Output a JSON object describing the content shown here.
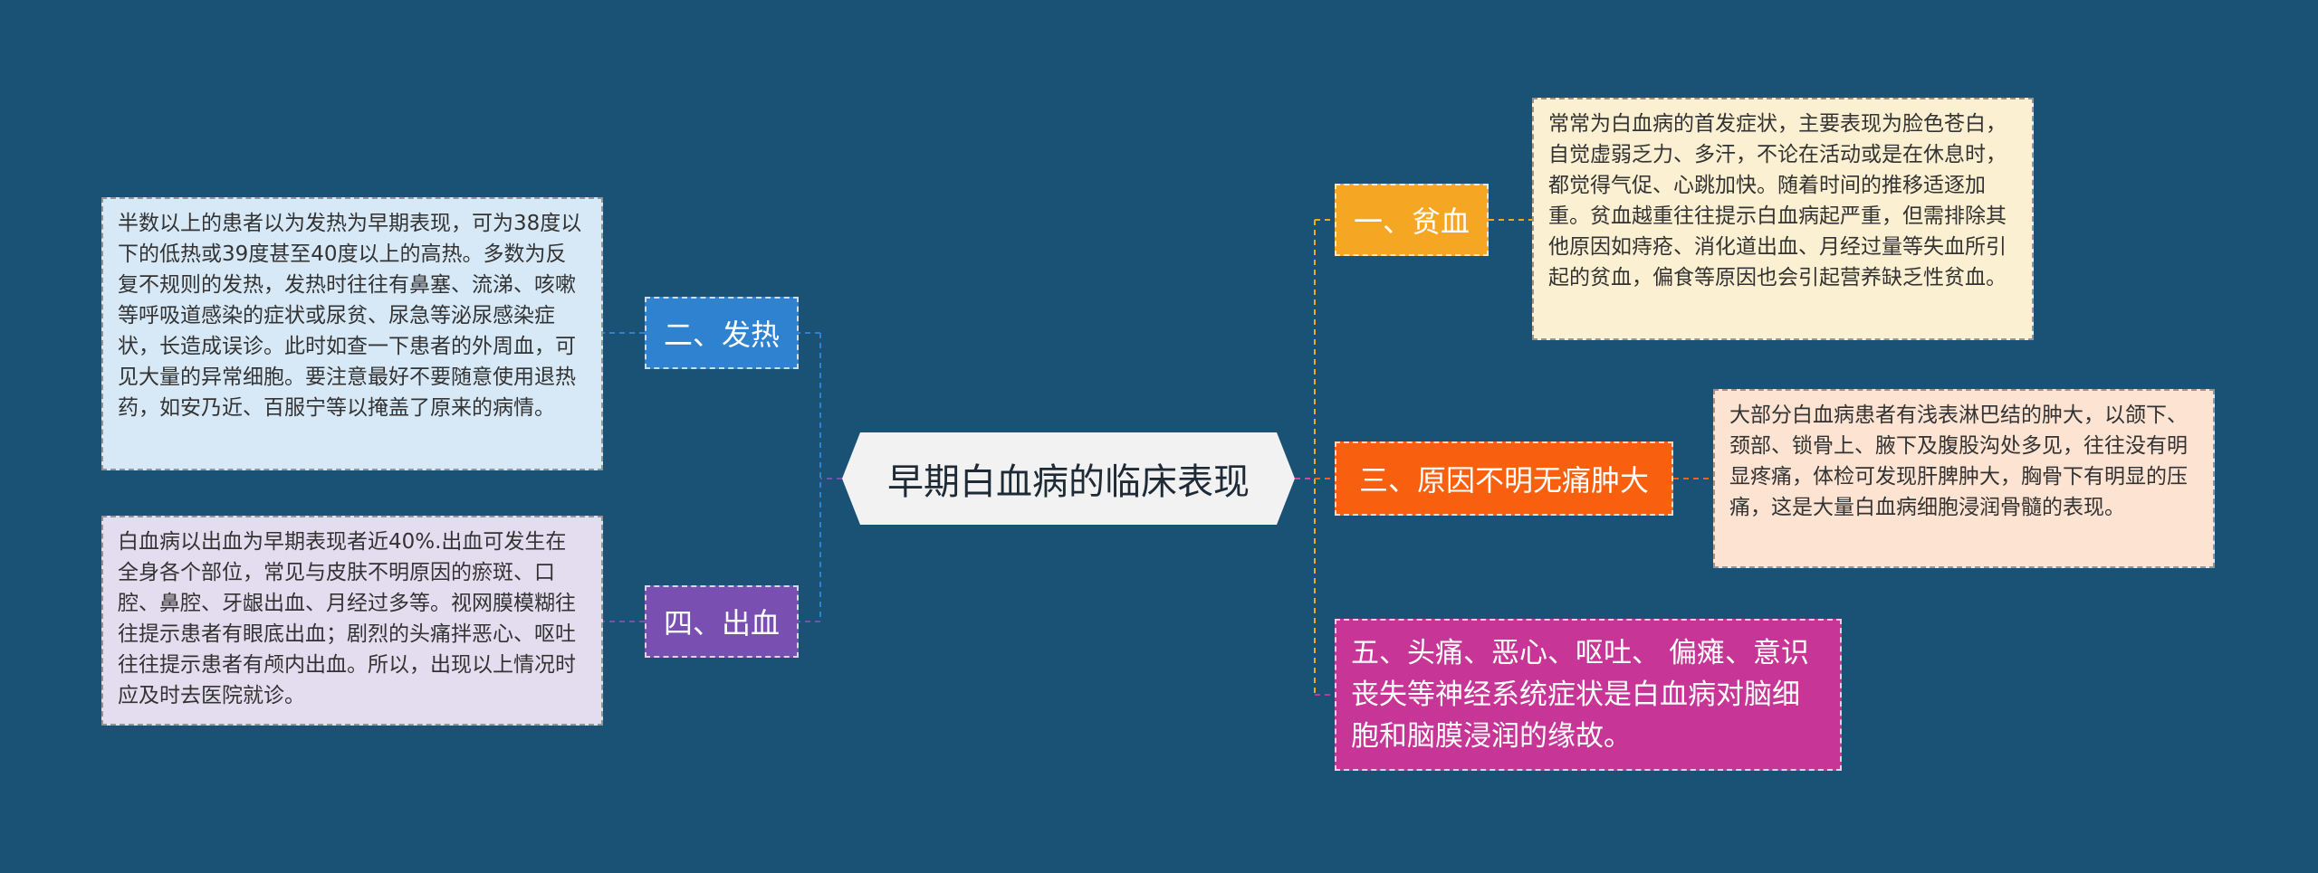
{
  "title": "早期白血病的临床表现",
  "branches": {
    "anemia": {
      "label": "一、贫血",
      "detail": "常常为白血病的首发症状，主要表现为脸色苍白，自觉虚弱乏力、多汗，不论在活动或是在休息时，都觉得气促、心跳加快。随着时间的推移适逐加重。贫血越重往往提示白血病起严重，但需排除其他原因如痔疮、消化道出血、月经过量等失血所引起的贫血，偏食等原因也会引起营养缺乏性贫血。"
    },
    "fever": {
      "label": "二、发热",
      "detail": "半数以上的患者以为发热为早期表现，可为38度以下的低热或39度甚至40度以上的高热。多数为反复不规则的发热，发热时往往有鼻塞、流涕、咳嗽等呼吸道感染的症状或尿贫、尿急等泌尿感染症状，长造成误诊。此时如查一下患者的外周血，可见大量的异常细胞。要注意最好不要随意使用退热药，如安乃近、百服宁等以掩盖了原来的病情。"
    },
    "swelling": {
      "label": "三、原因不明无痛肿大",
      "detail": "大部分白血病患者有浅表淋巴结的肿大，以颌下、颈部、锁骨上、腋下及腹股沟处多见，往往没有明显疼痛，体检可发现肝脾肿大，胸骨下有明显的压痛，这是大量白血病细胞浸润骨髓的表现。"
    },
    "bleeding": {
      "label": "四、出血",
      "detail": "白血病以出血为早期表现者近40%.出血可发生在全身各个部位，常见与皮肤不明原因的瘀斑、口腔、鼻腔、牙龈出血、月经过多等。视网膜模糊往往提示患者有眼底出血；剧烈的头痛拌恶心、呕吐往往提示患者有颅内出血。所以，出现以上情况时应及时去医院就诊。"
    },
    "neuro": {
      "label": "五、头痛、恶心、呕吐、 偏瘫、意识丧失等神经系统症状是白血病对脑细胞和脑膜浸润的缘故。"
    }
  },
  "colors": {
    "background": "#1a5276",
    "center": "#f2f2f2",
    "anemia": "#f5a623",
    "fever": "#2f82cf",
    "swelling": "#f86010",
    "bleeding": "#7a4fb2",
    "neuro": "#c73696"
  }
}
